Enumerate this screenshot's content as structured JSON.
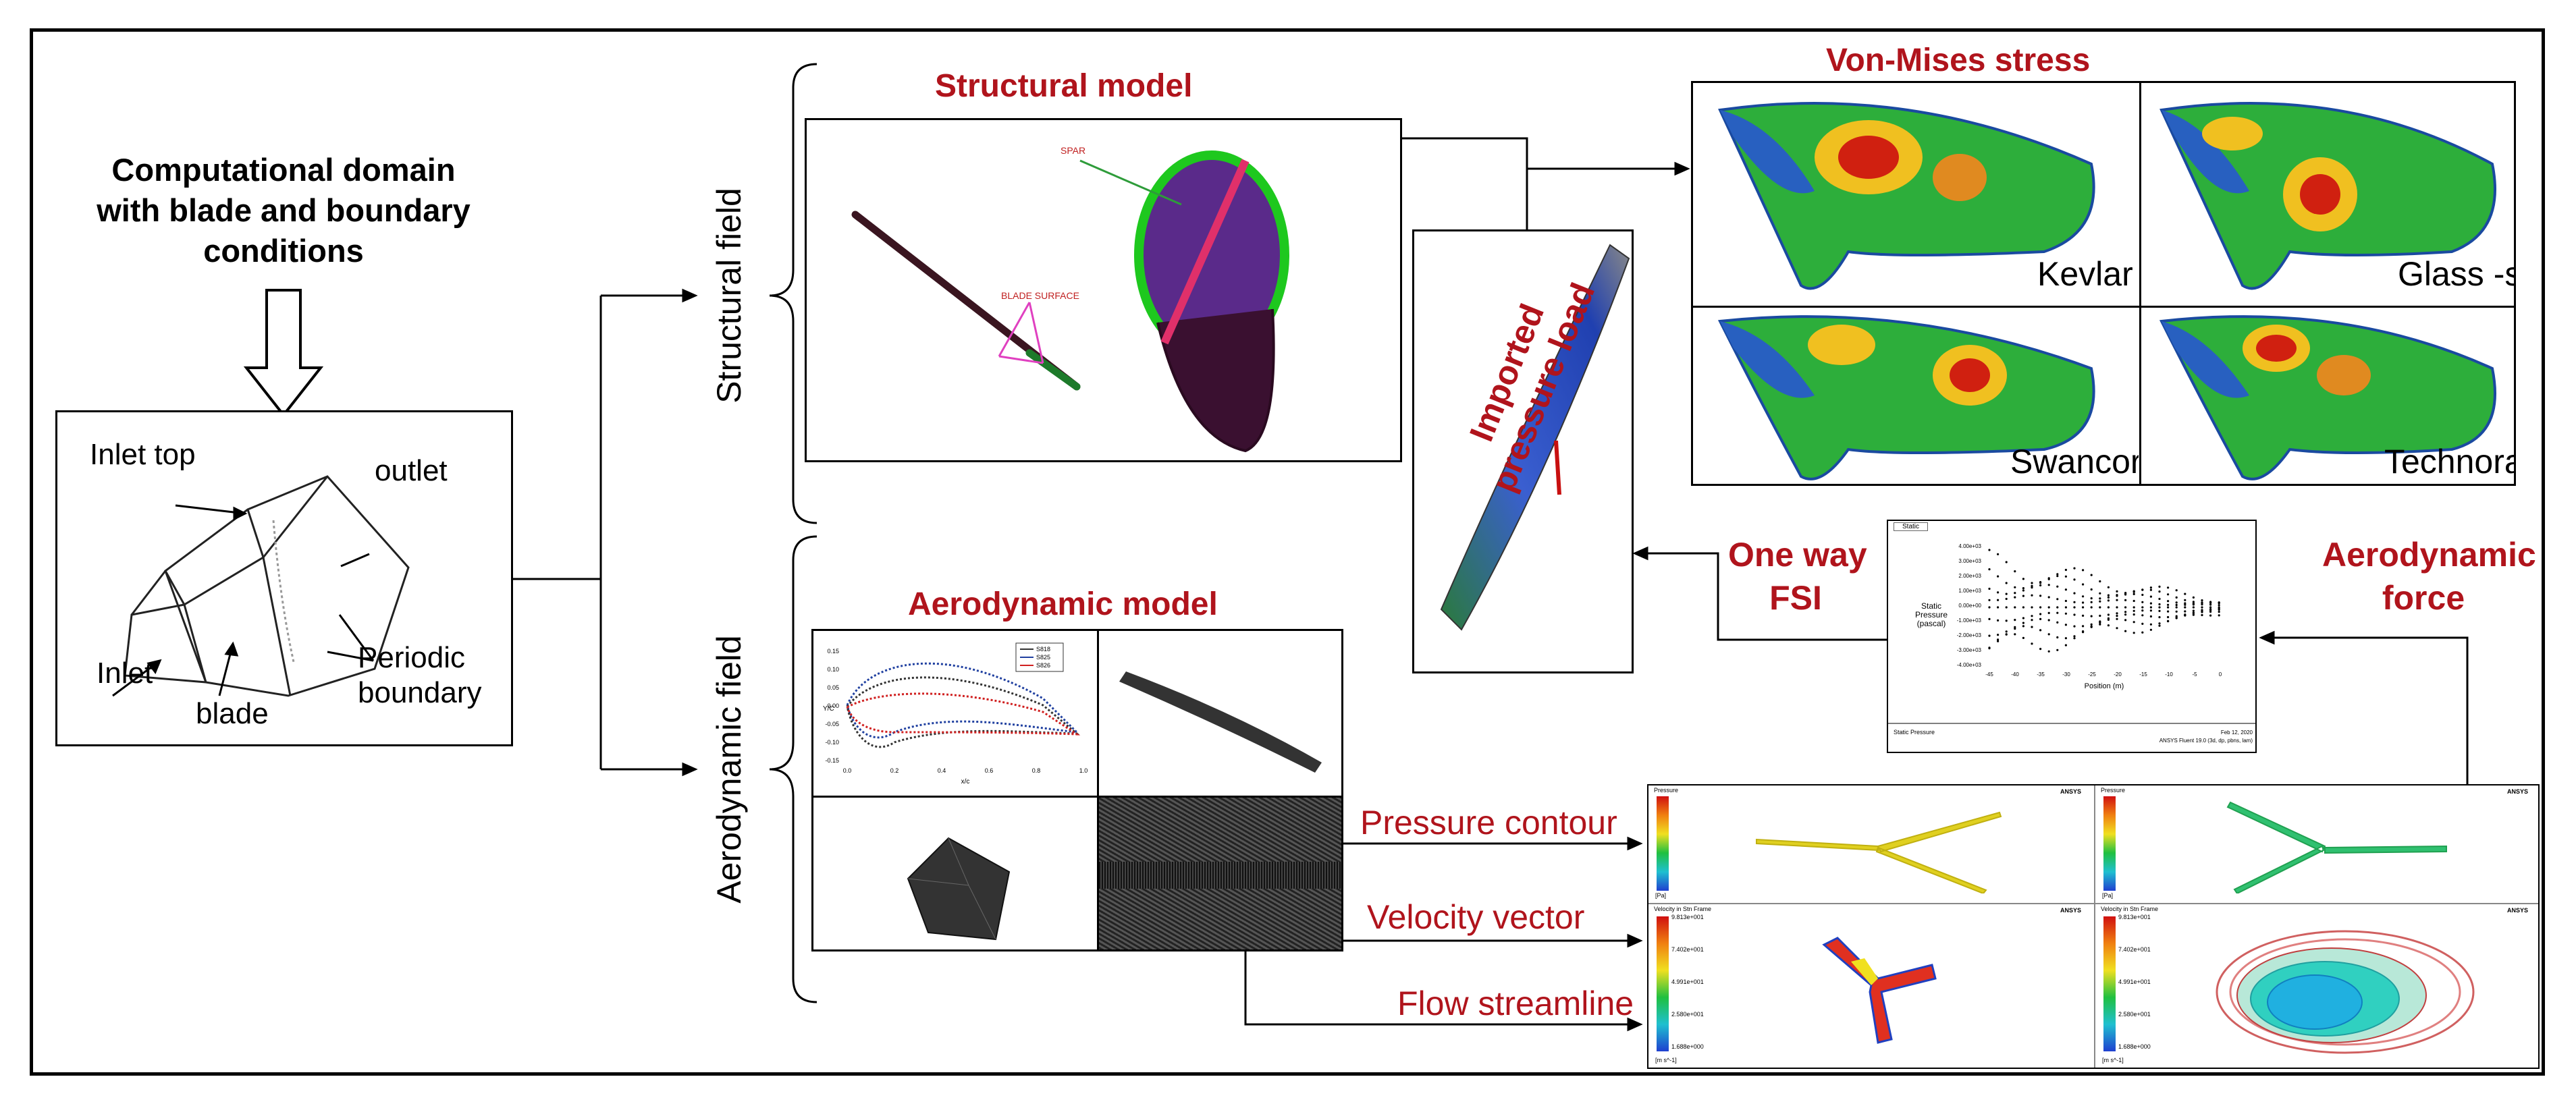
{
  "domain": {
    "title_line1": "Computational domain",
    "title_line2": "with blade and boundary",
    "title_line3": "conditions",
    "inlet_top": "Inlet top",
    "outlet": "outlet",
    "inlet": "Inlet",
    "blade": "blade",
    "periodic_line1": "Periodic",
    "periodic_line2": "boundary"
  },
  "branches": {
    "structural": "Structural field",
    "aerodynamic": "Aerodynamic field"
  },
  "structural_model": {
    "title": "Structural model",
    "spar": "SPAR",
    "blade_surface": "BLADE SURFACE"
  },
  "imported_load": {
    "line1": "Imported",
    "line2": "pressure load"
  },
  "von_mises": {
    "title": "Von-Mises stress",
    "panels": [
      "Kevlar",
      "Glass -s",
      "Swancor",
      "Technora"
    ]
  },
  "fsi": {
    "line1": "One way",
    "line2": "FSI"
  },
  "aero_force": {
    "line1": "Aerodynamic",
    "line2": "force"
  },
  "pressure_plot": {
    "header": "Static",
    "ylabel_line1": "Static",
    "ylabel_line2": "Pressure",
    "ylabel_line3": "(pascal)",
    "xlabel": "Position (m)",
    "yticks": [
      "4.00e+03",
      "3.00e+03",
      "2.00e+03",
      "1.00e+03",
      "0.00e+00",
      "-1.00e+03",
      "-2.00e+03",
      "-3.00e+03",
      "-4.00e+03"
    ],
    "xticks": [
      "-45",
      "-40",
      "-35",
      "-30",
      "-25",
      "-20",
      "-15",
      "-10",
      "-5",
      "0"
    ],
    "footer_left": "Static Pressure",
    "footer_right_line1": "Feb 12, 2020",
    "footer_right_line2": "ANSYS Fluent 19.0 (3d, dp, pbns, lam)"
  },
  "aero_model": {
    "title": "Aerodynamic model",
    "legend": [
      "S818",
      "S825",
      "S826"
    ],
    "xlabel": "x/c",
    "ylabel": "Y/C",
    "yticks": [
      "0.15",
      "0.10",
      "0.05",
      "0.00",
      "-0.05",
      "-0.10",
      "-0.15"
    ],
    "xticks": [
      "0.0",
      "0.2",
      "0.4",
      "0.6",
      "0.8",
      "1.0"
    ]
  },
  "results": {
    "pressure": "Pressure contour",
    "velocity": "Velocity vector",
    "streamline": "Flow streamline",
    "ansys": "ANSYS",
    "pressure_legend_title": "Pressure",
    "velocity_legend_title": "Velocity in Stn Frame",
    "velocity_legend_values": [
      "9.813e+001",
      "7.402e+001",
      "4.991e+001",
      "2.580e+001",
      "1.688e+000"
    ],
    "velocity_unit": "[m s^-1]",
    "pressure_unit": "[Pa]"
  }
}
